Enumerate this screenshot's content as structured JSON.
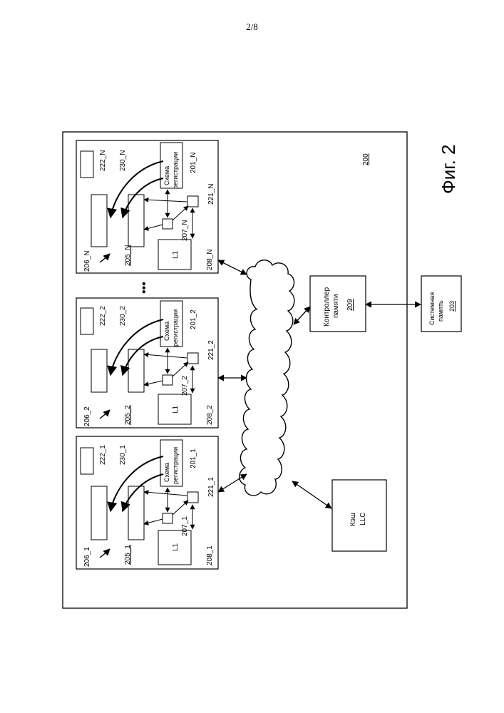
{
  "page_number": "2/8",
  "figure_label": "Фиг. 2",
  "system_id": "200",
  "cores": [
    {
      "core_id": "206_1",
      "cpu_id": "205_1",
      "l1_label": "L1",
      "l1_id": "208_1",
      "mux_id": "207_1",
      "ctrl_id": "221_1",
      "reg_line1": "Схема",
      "reg_line2": "регистрации",
      "reg_id": "201_1",
      "arrow_id": "230_1",
      "small_box_id": "222_1"
    },
    {
      "core_id": "206_2",
      "cpu_id": "205_2",
      "l1_label": "L1",
      "l1_id": "208_2",
      "mux_id": "207_2",
      "ctrl_id": "221_2",
      "reg_line1": "Схема",
      "reg_line2": "регистрации",
      "reg_id": "201_2",
      "arrow_id": "230_2",
      "small_box_id": "222_2"
    },
    {
      "core_id": "206_N",
      "cpu_id": "205_N",
      "l1_label": "L1",
      "l1_id": "208_N",
      "mux_id": "207_N",
      "ctrl_id": "221_N",
      "reg_line1": "Схема",
      "reg_line2": "регистрации",
      "reg_id": "201_N",
      "arrow_id": "230_N",
      "small_box_id": "222_N"
    }
  ],
  "ellipsis": "•••",
  "llc": {
    "line1": "Кэш",
    "line2": "LLC"
  },
  "memory_controller": {
    "line1": "Контроллер",
    "line2": "памяти",
    "id": "209"
  },
  "system_memory": {
    "line1": "Системная",
    "line2": "память",
    "id": "203"
  }
}
